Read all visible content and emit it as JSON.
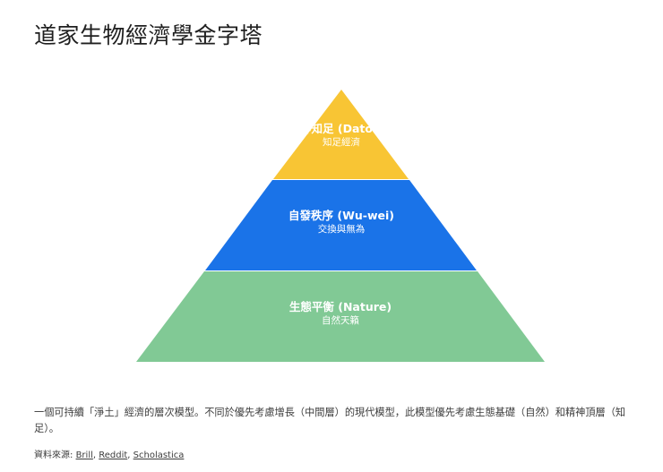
{
  "title": "道家生物經濟學金字塔",
  "tiers": [
    {
      "label": "精神知足 (Datong)",
      "sublabel": "知足經濟",
      "color": "#f8c534"
    },
    {
      "label": "自發秩序 (Wu-wei)",
      "sublabel": "交換與無為",
      "color": "#1a73e8"
    },
    {
      "label": "生態平衡 (Nature)",
      "sublabel": "自然天籟",
      "color": "#81c995"
    }
  ],
  "description": "一個可持續「淨土」經濟的層次模型。不同於優先考慮增長（中間層）的現代模型，此模型優先考慮生態基礎（自然）和精神頂層（知足）。",
  "sources": {
    "label": "資料來源:",
    "links": [
      "Brill",
      "Reddit",
      "Scholastica"
    ],
    "separator": ", "
  }
}
